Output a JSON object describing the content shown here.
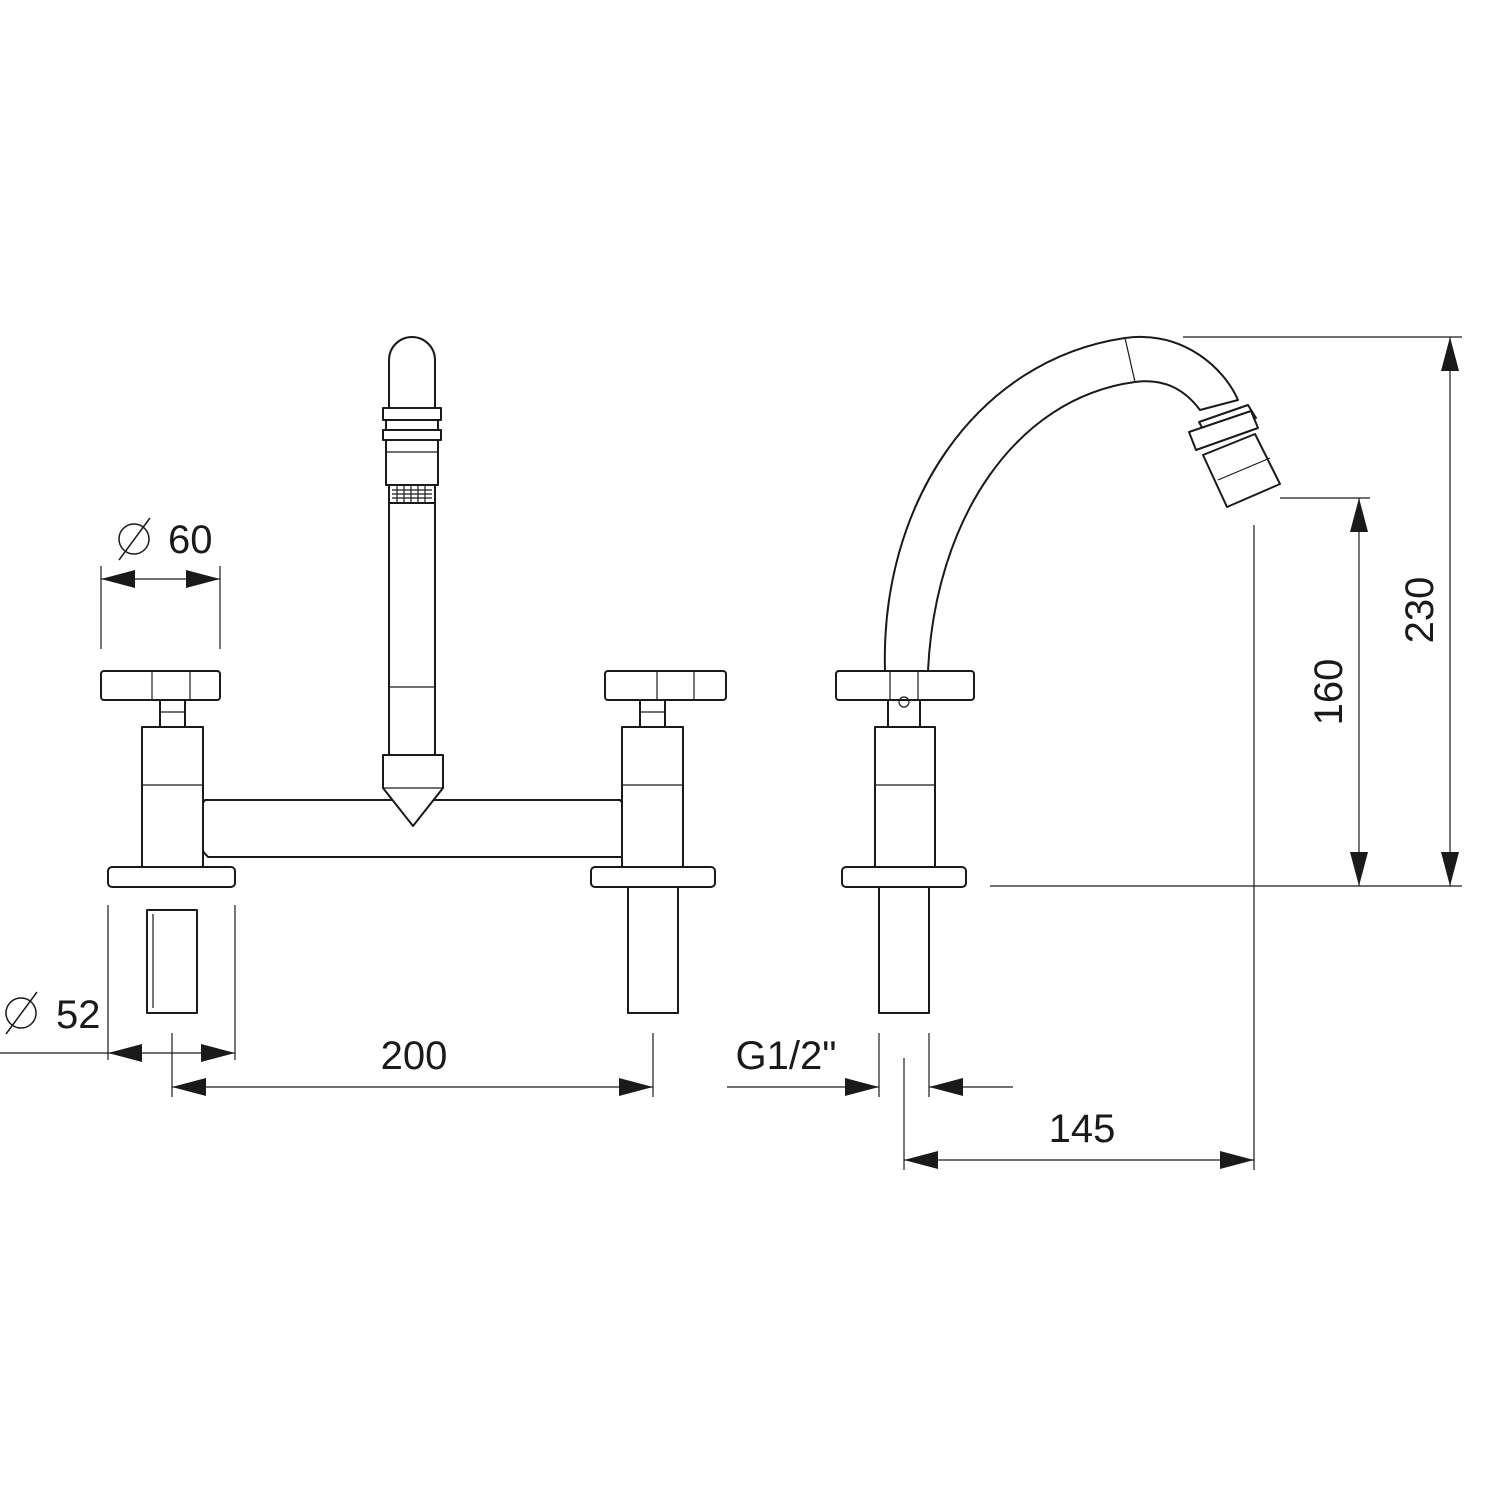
{
  "dimensions": {
    "handle_diameter": {
      "symbol": "⌀",
      "value": "60"
    },
    "base_diameter": {
      "symbol": "⌀",
      "value": "52"
    },
    "center_distance": {
      "value": "200"
    },
    "thread": {
      "value": "G1/2\""
    },
    "spout_reach": {
      "value": "145"
    },
    "outlet_height": {
      "value": "160"
    },
    "total_height": {
      "value": "230"
    }
  },
  "colors": {
    "line": "#1a1a1a",
    "background": "#ffffff"
  }
}
